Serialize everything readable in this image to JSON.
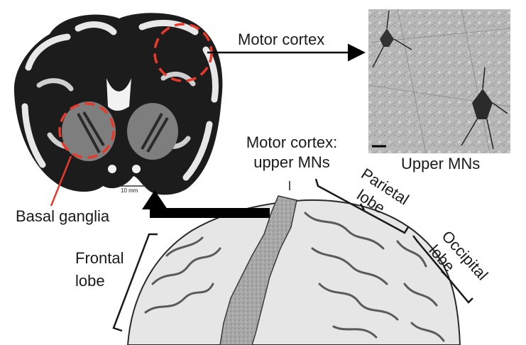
{
  "labels": {
    "motor_cortex": "Motor cortex",
    "motor_cortex_upper_line1": "Motor cortex:",
    "motor_cortex_upper_line2": "upper MNs",
    "upper_mns": "Upper MNs",
    "basal_ganglia": "Basal ganglia",
    "frontal_line1": "Frontal",
    "frontal_line2": "lobe",
    "parietal_line1": "Parietal",
    "parietal_line2": "lobe",
    "occipital_line1": "Occipital",
    "occipital_line2": "lobe",
    "scale_bar": "10 mm"
  },
  "colors": {
    "highlight_circle": "#e8392a",
    "arrow": "#000000",
    "motor_strip": "#a9a9a9"
  }
}
